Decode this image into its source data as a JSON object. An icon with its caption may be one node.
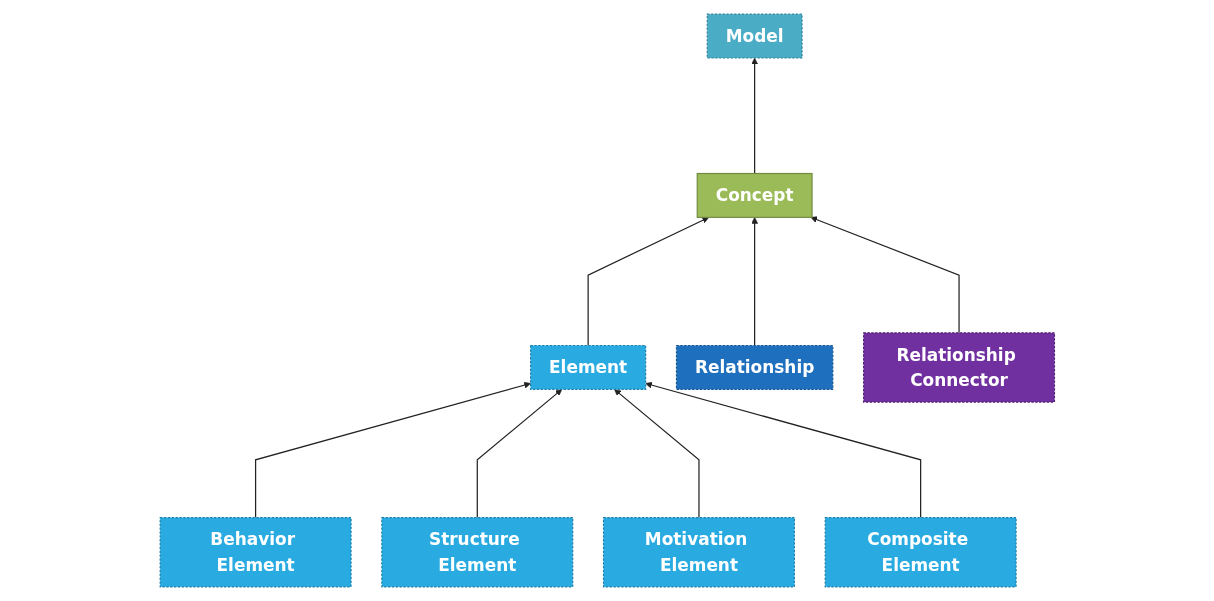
{
  "diagram": {
    "nodes": [
      {
        "text": [
          "Model"
        ]
      },
      {
        "text": [
          "Concept"
        ]
      },
      {
        "text": [
          "Element"
        ]
      },
      {
        "text": [
          "Relationship"
        ]
      },
      {
        "text": [
          "Relationship Connector"
        ]
      },
      {
        "text": [
          "Behavior Element"
        ]
      },
      {
        "text": [
          "Structure Element"
        ]
      },
      {
        "text": [
          "Motivation Element"
        ]
      },
      {
        "text": [
          "Composite Element"
        ]
      }
    ],
    "edges": [
      {
        "from": 1,
        "to": 0,
        "arrow": "to"
      },
      {
        "from": 2,
        "to": 1,
        "arrow": "to"
      },
      {
        "from": 3,
        "to": 1,
        "arrow": "to"
      },
      {
        "from": 4,
        "to": 1,
        "arrow": "to"
      },
      {
        "from": 5,
        "to": 2,
        "arrow": "to"
      },
      {
        "from": 6,
        "to": 2,
        "arrow": "to"
      },
      {
        "from": 7,
        "to": 2,
        "arrow": "to"
      },
      {
        "from": 8,
        "to": 2,
        "arrow": "to"
      }
    ]
  }
}
